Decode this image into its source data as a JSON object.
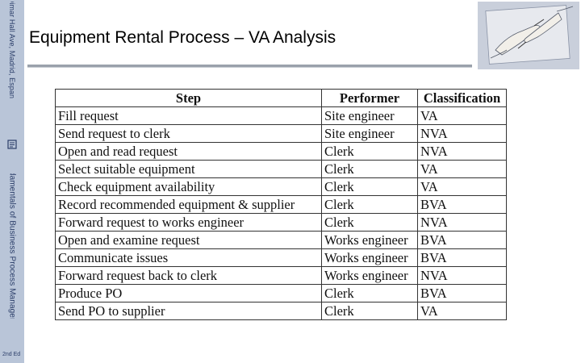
{
  "sidebar": {
    "top_text": "Dimar Hall Ave, Madrid, Espana",
    "main_text": "Fundamentals of Business Process Management",
    "bottom_text": "2nd Ed",
    "icon": "document-icon"
  },
  "slide": {
    "title": "Equipment Rental Process – VA Analysis",
    "corner_image": "hand-drawing-hand-illustration"
  },
  "table": {
    "headers": [
      "Step",
      "Performer",
      "Classification"
    ],
    "rows": [
      [
        "Fill request",
        "Site engineer",
        "VA"
      ],
      [
        "Send request to clerk",
        "Site engineer",
        "NVA"
      ],
      [
        "Open and read request",
        "Clerk",
        "NVA"
      ],
      [
        "Select suitable equipment",
        "Clerk",
        "VA"
      ],
      [
        "Check equipment availability",
        "Clerk",
        "VA"
      ],
      [
        "Record recommended equipment & supplier",
        "Clerk",
        "BVA"
      ],
      [
        "Forward request to works engineer",
        "Clerk",
        "NVA"
      ],
      [
        "Open and examine request",
        "Works engineer",
        "BVA"
      ],
      [
        "Communicate issues",
        "Works engineer",
        "BVA"
      ],
      [
        "Forward request back to clerk",
        "Works engineer",
        "NVA"
      ],
      [
        "Produce PO",
        "Clerk",
        "BVA"
      ],
      [
        "Send PO to supplier",
        "Clerk",
        "VA"
      ]
    ]
  }
}
